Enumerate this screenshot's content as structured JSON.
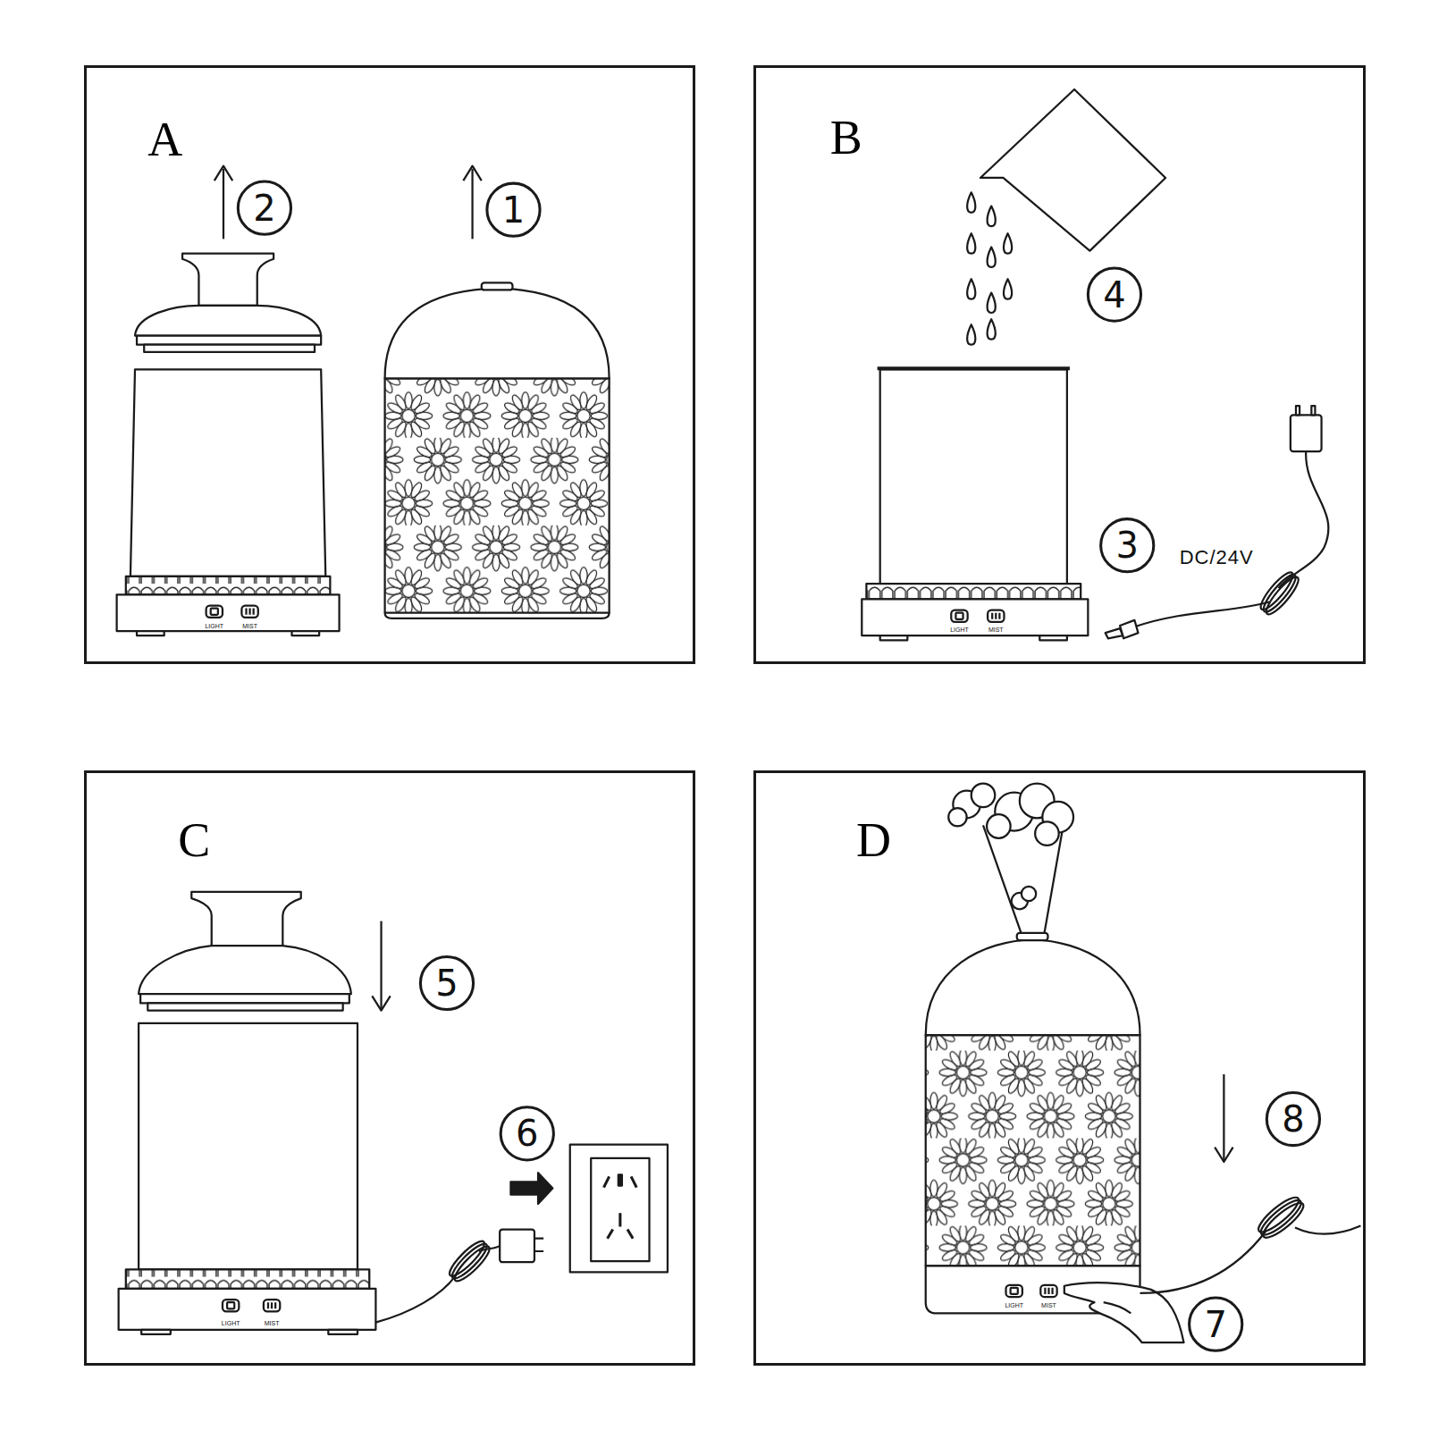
{
  "diagram": {
    "nodes": [
      {
        "text": [
          "A"
        ]
      },
      {
        "text": [
          "B"
        ]
      },
      {
        "text": [
          "C"
        ]
      },
      {
        "text": [
          "D"
        ]
      }
    ],
    "labels": [
      "2",
      "1",
      "LIGHT",
      "MIST",
      "4",
      "3",
      "DC/24V",
      "LIGHT",
      "MIST",
      "5",
      "6",
      "LIGHT",
      "MIST",
      "8",
      "LIGHT",
      "MIST",
      "7"
    ]
  }
}
